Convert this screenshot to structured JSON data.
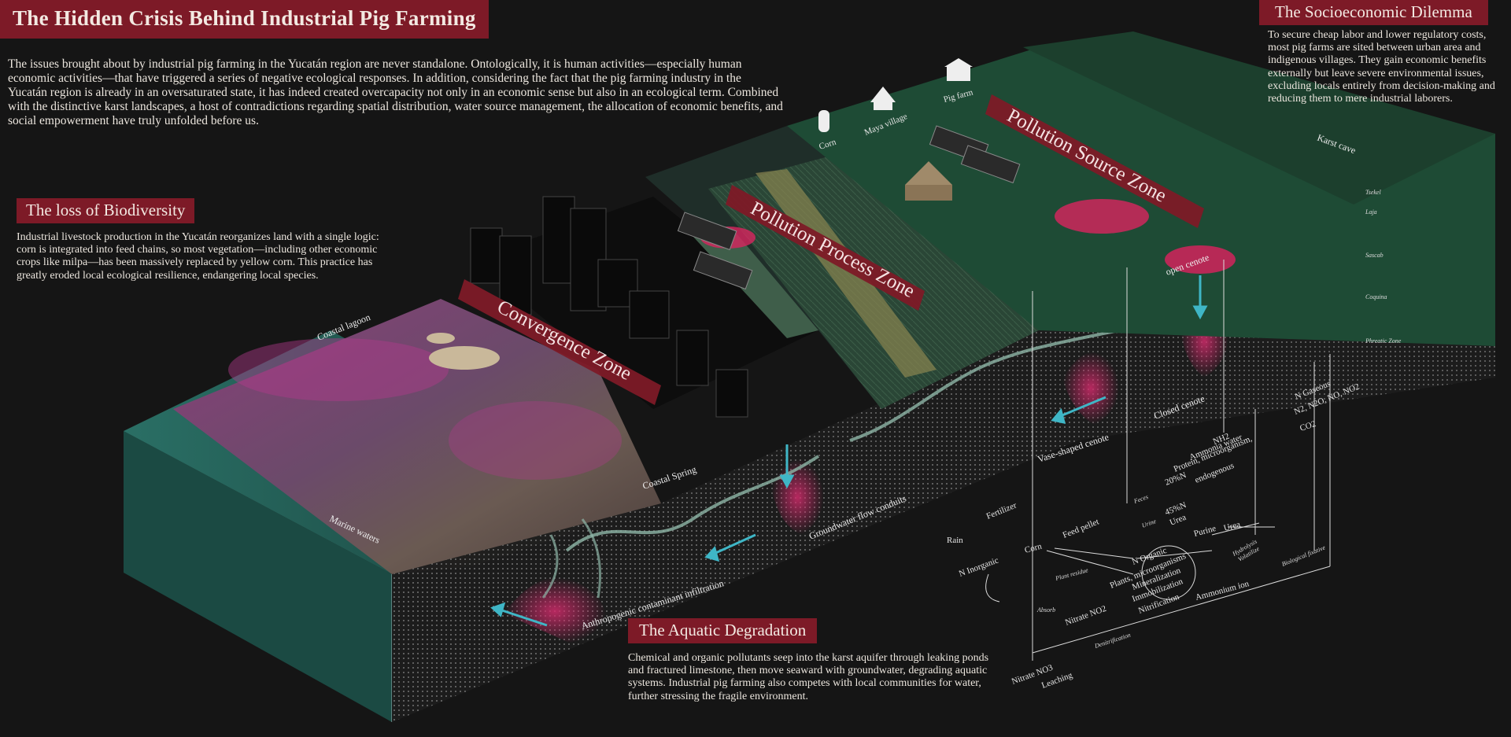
{
  "title": "The Hidden Crisis Behind Industrial Pig Farming",
  "intro": "The issues brought about by industrial pig farming in the Yucatán region are never standalone. Ontologically, it is human activities—especially human economic activities—that have triggered a series of negative ecological responses. In addition, considering the fact that the pig farming industry in the Yucatán region is already in an oversaturated state, it has indeed created overcapacity not only in an economic sense but also in an ecological term. Combined with the distinctive karst landscapes, a host of contradictions regarding spatial distribution, water source management, the allocation of economic benefits, and social empowerment have truly unfolded before us.",
  "biodiversity": {
    "title": "The loss of Biodiversity",
    "text": "Industrial livestock production in the Yucatán reorganizes land with a single logic: corn is integrated into feed chains, so most vegetation—including other economic crops like milpa—has been massively replaced by yellow corn. This practice has greatly eroded local ecological resilience, endangering local species."
  },
  "socioeconomic": {
    "title": "The Socioeconomic Dilemma",
    "text": "To secure cheap labor and lower regulatory costs, most pig farms are sited between urban area and indigenous villages. They gain economic benefits externally but leave severe environmental issues, excluding locals entirely from decision-making and reducing them to mere industrial laborers."
  },
  "aquatic": {
    "title": "The Aquatic Degradation",
    "text": "Chemical and organic pollutants seep into the karst aquifer through leaking ponds and fractured limestone, then move seaward with groundwater, degrading aquatic systems. Industrial pig farming also competes with local communities for water, further stressing the fragile environment."
  },
  "zones": {
    "convergence": "Convergence Zone",
    "process": "Pollution Process Zone",
    "source": "Pollution Source Zone"
  },
  "landscape_labels": {
    "coastal_lagoon": "Coastal lagoon",
    "marine_waters": "Marine waters",
    "coastal_spring": "Coastal Spring",
    "groundwater": "Groundwater flow conduits",
    "infiltration": "Anthropogenic contaminant infiltration",
    "vase_cenote": "Vase-shaped cenote",
    "closed_cenote": "Closed cenote",
    "open_cenote": "open cenote",
    "karst_cave": "Karst cave",
    "corn": "Corn",
    "maya_village": "Maya village",
    "pig_farm": "Pig farm"
  },
  "strata": {
    "tsekel": "Tsekel",
    "laja": "Laja",
    "sascab": "Sascab",
    "coquina": "Coquina",
    "phreatic": "Phreatic Zone"
  },
  "cycle": {
    "rain": "Rain",
    "fertilizer": "Fertilizer",
    "n_inorganic": "N Inorganic",
    "corn": "Corn",
    "feed_pellet": "Feed pellet",
    "feces": "Feces",
    "urine": "Urine",
    "feces_pct": "20%N",
    "feces_desc1": "Protein, microorganism,",
    "feces_desc2": "endogenous",
    "urine_pct": "45%N",
    "urine_desc": "Urea",
    "purine": "Purine",
    "urea": "Urea",
    "nh2": "NH2",
    "ammonia_water": "Ammonia water",
    "co2": "CO2",
    "n_gaseous": "N Gaseous",
    "n_gaseous_list": "N2, N2O, NO, NO2",
    "hydrolysis": "Hydrolysis",
    "volatilize": "Volatilize",
    "biological": "Biological fixative",
    "plant_residue": "Plant residue",
    "n_organic": "N Organic",
    "plants_micro": "Plants, microorganisms",
    "mineralization": "Mineralization",
    "immobilization": "Immobilization",
    "nitrification": "Nitrification",
    "ammonium_ion": "Ammonium ion",
    "absorb": "Absorb",
    "nitrate_no2": "Nitrate NO2",
    "denitrification": "Denitrification",
    "nitrate_no3": "Nitrate NO3",
    "leaching": "Leaching"
  },
  "colors": {
    "accent": "#7d1a27",
    "background": "#151515",
    "sea": "#1f5a52",
    "pollution": "#c8265a",
    "flow_arrow": "#3fb6c6"
  }
}
